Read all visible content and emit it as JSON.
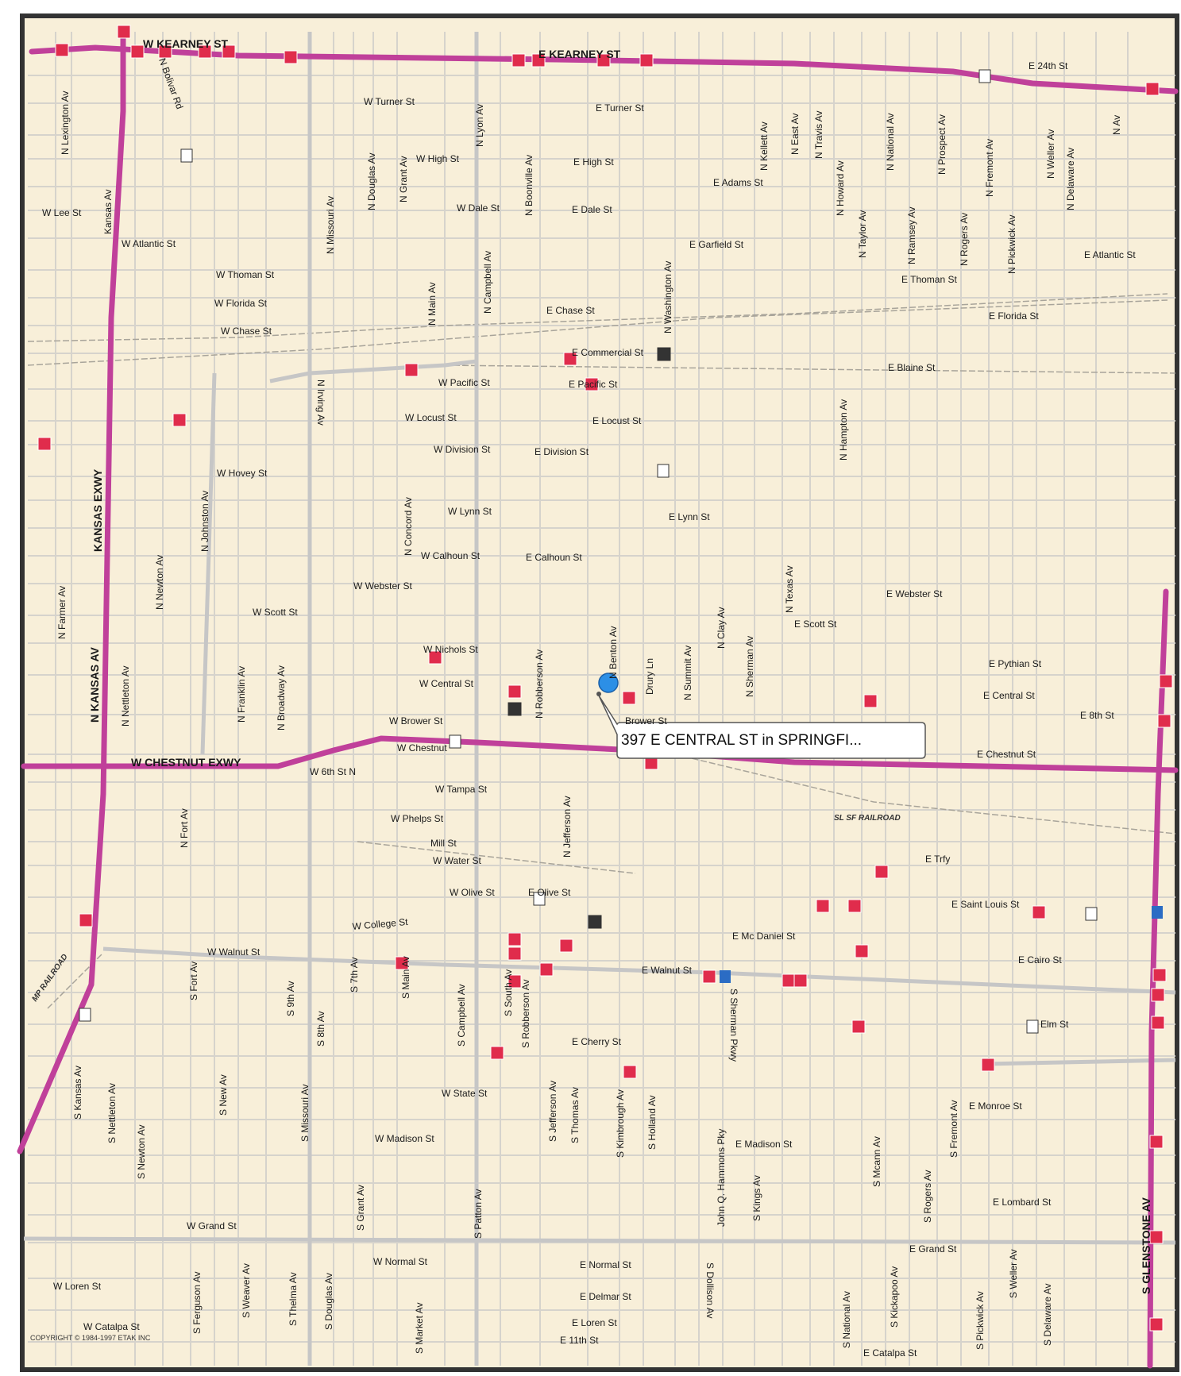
{
  "callout": {
    "text": "397 E CENTRAL ST in SPRINGFI..."
  },
  "copyright": "COPYRIGHT © 1984-1997 ETAK INC",
  "colors": {
    "background": "#f8efd9",
    "highway": "#c0409a",
    "major_road": "#c8c8c8",
    "minor_road": "#d9d6cf",
    "poi": "#e02c4c",
    "marker": "#2c8fe6",
    "frame": "#333333"
  },
  "labels": {
    "h1": "W KEARNEY ST",
    "h2": "E KEARNEY ST",
    "h3": "KANSAS EXWY",
    "h4": "N KANSAS AV",
    "h5": "W CHESTNUT EXWY",
    "h6": "S GLENSTONE AV",
    "a1": "E 24th St",
    "a2": "W Turner St",
    "a3": "E Turner St",
    "a4": "N Lexington Av",
    "a5": "N Bolivar Rd",
    "a6": "N Lyon Av",
    "a7": "W High St",
    "a8": "E High St",
    "a9": "N Boonville Av",
    "a10": "N Douglas Av",
    "a11": "N Grant Av",
    "a12": "E Adams St",
    "a13": "N Kellett Av",
    "a14": "N East Av",
    "a15": "N Travis Av",
    "a16": "N Howard Av",
    "a17": "N National Av",
    "a18": "N Prospect Av",
    "a19": "N Fremont Av",
    "a20": "N Weller Av",
    "a21": "N Delaware Av",
    "a22": "N Av",
    "b1": "W Lee St",
    "b2": "Kansas Av",
    "b3": "W Dale St",
    "b4": "E Dale St",
    "b5": "N Missouri Av",
    "b6": "N Taylor Av",
    "b7": "N Ramsey Av",
    "b8": "N Rogers Av",
    "b9": "N Pickwick Av",
    "b10": "W Atlantic St",
    "b11": "E Garfield St",
    "b12": "E Atlantic St",
    "b13": "W Thoman St",
    "b14": "N Main Av",
    "b15": "N Campbell Av",
    "b16": "N Washington Av",
    "b17": "E Thoman St",
    "b18": "W Florida St",
    "b19": "E Chase St",
    "b20": "E Florida St",
    "b21": "W Chase St",
    "c1": "E Commercial St",
    "c2": "E Blaine St",
    "c3": "W Pacific St",
    "c4": "E Pacific St",
    "c5": "N Irving Av",
    "c6": "W Locust St",
    "c7": "E Locust St",
    "c8": "W Division St",
    "c9": "E Division St",
    "c10": "N Hampton Av",
    "c11": "W Hovey St",
    "c12": "N Johnston Av",
    "c13": "N Concord Av",
    "c14": "W Lynn St",
    "c15": "E Lynn St",
    "c16": "N Newton Av",
    "c17": "W Calhoun St",
    "c18": "E Calhoun St",
    "c19": "N Farmer Av",
    "c20": "W Webster St",
    "c21": "N Texas Av",
    "c22": "E Webster St",
    "c23": "W Scott St",
    "c24": "E Scott St",
    "d1": "N Nettleton Av",
    "d2": "N Franklin Av",
    "d3": "N Broadway Av",
    "d4": "W Nichols St",
    "d5": "N Robberson Av",
    "d6": "N Benton Av",
    "d7": "Drury Ln",
    "d8": "N Summit Av",
    "d9": "N Clay Av",
    "d10": "N Sherman Av",
    "d11": "E Pythian St",
    "d12": "W Central St",
    "d13": "E Central St",
    "d14": "E 8th St",
    "d15": "W Brower St",
    "d16": "Brower St",
    "d17": "W Chestnut",
    "d18": "E Chestnut St",
    "d19": "W 6th St N",
    "e1": "W Tampa St",
    "e2": "N Fort Av",
    "e3": "N Jefferson Av",
    "e4": "W Phelps St",
    "e5": "SL SF RAILROAD",
    "e6": "Mill St",
    "e7": "W Water St",
    "e8": "E Trfy",
    "e9": "W Olive St",
    "e10": "E Olive St",
    "e11": "E Saint Louis St",
    "e12": "W College St",
    "e13": "E Mc Daniel St",
    "e14": "W Walnut St",
    "e15": "E Walnut St",
    "e16": "E Cairo St",
    "e17": "MP RAILROAD",
    "e18": "S Fort Av",
    "e19": "S 9th Av",
    "e20": "S 7th Av",
    "e21": "S Main Av",
    "e22": "S Campbell Av",
    "e23": "S South Av",
    "e24": "S Robberson Av",
    "e25": "S Sherman Pkwy",
    "e26": "Elm St",
    "e27": "S 8th Av",
    "e28": "E Cherry St",
    "f1": "S Kansas Av",
    "f2": "S Nettleton Av",
    "f3": "S New Av",
    "f4": "S Missouri Av",
    "f5": "W State St",
    "f6": "S Jefferson Av",
    "f7": "S Thomas Av",
    "f8": "S Kimbrough Av",
    "f9": "S Holland Av",
    "f10": "S Fremont Av",
    "f11": "E Monroe St",
    "f12": "S Newton Av",
    "f13": "W Madison St",
    "f14": "John Q. Hammons Pky",
    "f15": "E Madison St",
    "f16": "S Mcann Av",
    "f17": "S Grant Av",
    "f18": "S Patton Av",
    "f19": "S Kings Av",
    "f20": "S Rogers Av",
    "f21": "E Lombard St",
    "f22": "W Grand St",
    "f23": "E Grand St",
    "f24": "W Normal St",
    "f25": "E Normal St",
    "f26": "S Dollison Av",
    "f27": "W Loren St",
    "f28": "S Ferguson Av",
    "f29": "S Weaver Av",
    "f30": "S Thelma Av",
    "f31": "S Douglas Av",
    "f32": "E Delmar St",
    "f33": "S National Av",
    "f34": "S Kickapoo Av",
    "f35": "S Pickwick Av",
    "f36": "S Weller Av",
    "f37": "S Delaware Av",
    "f38": "S Market Av",
    "f39": "E Loren St",
    "f40": "E 11th St",
    "f41": "W Catalpa St",
    "f42": "E Catalpa St"
  }
}
